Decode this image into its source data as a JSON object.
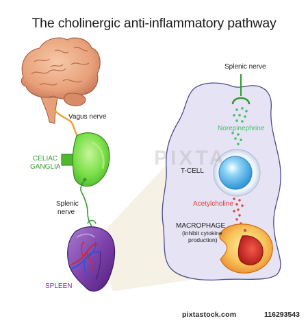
{
  "title": "The cholinergic anti-inflammatory pathway",
  "labels": {
    "vagus_nerve": "Vagus nerve",
    "celiac_line1": "CELIAC",
    "celiac_line2": "GANGLIA",
    "splenic_nerve_left_line1": "Splenic",
    "splenic_nerve_left_line2": "nerve",
    "spleen": "SPLEEN",
    "splenic_nerve_right": "Splenic nerve",
    "norepinephrine": "Norepinephrine",
    "t_cell": "T-CELL",
    "acetylcholine": "Acetylcholine",
    "macrophage_line1": "MACROPHAGE",
    "macrophage_line2": "(inhibit cytokine",
    "macrophage_line3": "production)"
  },
  "watermark": "PIXTA",
  "footer": {
    "logo": "pixtastock.com",
    "image_id": "116293543"
  },
  "colors": {
    "brain": "#e8a07a",
    "ganglia": "#7be04a",
    "celiac_label": "#2e9b2e",
    "spleen": "#7b3fa8",
    "spleen_label": "#7b2d9b",
    "zoom_panel": "#e6e4f4",
    "norepinephrine": "#3fbf6a",
    "t_cell": "#4fb4ea",
    "acetylcholine": "#e0403a",
    "macrophage": "#f4a540",
    "nerve": "#f0a030"
  }
}
